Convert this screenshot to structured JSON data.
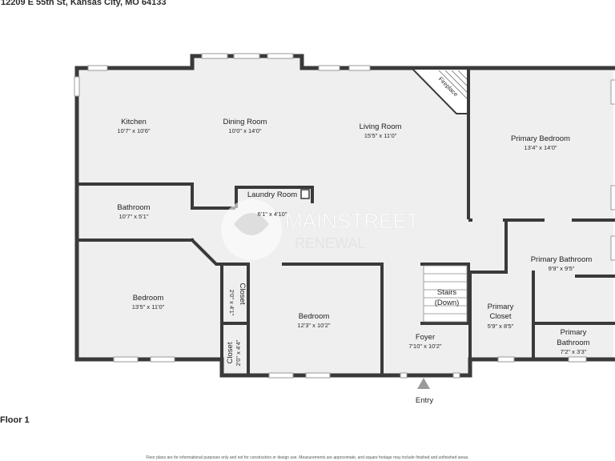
{
  "header": {
    "address": "12209 E 55th St, Kansas City, MO 64133"
  },
  "floor_label": "Floor 1",
  "watermark": {
    "line1": "MAINSTREET",
    "line2": "RENEWAL"
  },
  "rooms": {
    "kitchen": {
      "name": "Kitchen",
      "dims": "10'7\" x 10'6\""
    },
    "dining": {
      "name": "Dining Room",
      "dims": "10'0\" x 14'0\""
    },
    "living": {
      "name": "Living Room",
      "dims": "15'5\" x 11'0\""
    },
    "primary_bedroom": {
      "name": "Primary Bedroom",
      "dims": "13'4\" x 14'0\""
    },
    "bathroom": {
      "name": "Bathroom",
      "dims": "10'7\" x 5'1\""
    },
    "laundry": {
      "name": "Laundry Room",
      "dims": "6'1\" x 4'10\""
    },
    "bedroom1": {
      "name": "Bedroom",
      "dims": "13'5\" x 11'0\""
    },
    "closet1": {
      "name": "Closet",
      "dims": "2'0\" x 4'1\""
    },
    "closet2": {
      "name": "Closet",
      "dims": "2'0\" x 4'4\""
    },
    "bedroom2": {
      "name": "Bedroom",
      "dims": "12'3\" x 10'2\""
    },
    "stairs": {
      "name": "Stairs",
      "sub": "(Down)"
    },
    "foyer": {
      "name": "Foyer",
      "dims": "7'10\" x 10'2\""
    },
    "primary_closet": {
      "name": "Primary",
      "name2": "Closet",
      "dims": "5'9\" x 8'5\""
    },
    "primary_bath1": {
      "name": "Primary Bathroom",
      "dims": "9'9\" x 9'5\""
    },
    "primary_bath2": {
      "name": "Primary",
      "name2": "Bathroom",
      "dims": "7'2\" x 3'3\""
    },
    "fireplace": {
      "name": "Fireplace"
    }
  },
  "entry": {
    "label": "Entry"
  },
  "footer": {
    "text": "Floor plans are for informational purposes only and not for construction or design use. Measurements are approximate, and square footage may include finished and unfinished areas."
  }
}
